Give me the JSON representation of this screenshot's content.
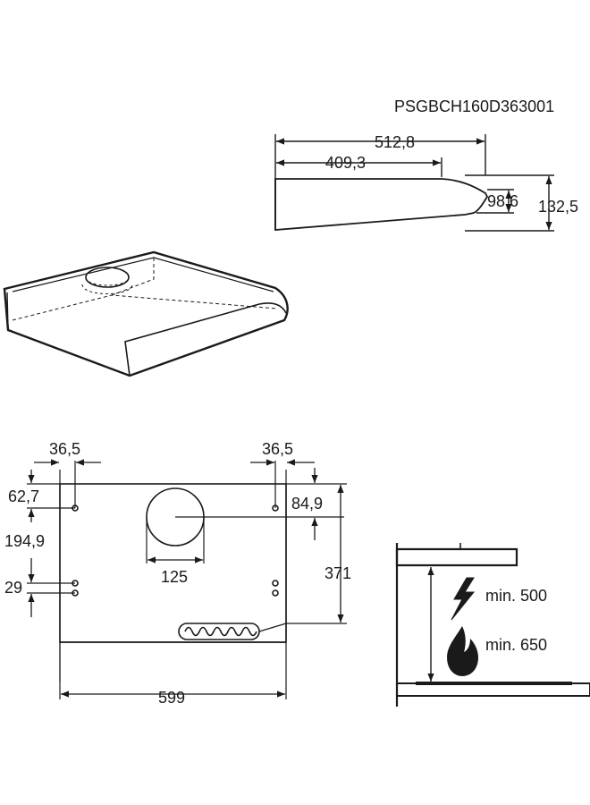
{
  "product_code": "PSGBCH160D363001",
  "side_view": {
    "total_depth": "512,8",
    "flat_depth": "409,3",
    "front_height": "98,6",
    "total_height": "132,5"
  },
  "bottom_view": {
    "left_hole_offset": "36,5",
    "right_hole_offset": "36,5",
    "left_top_offset": "62,7",
    "left_hole_spacing": "194,9",
    "left_bottom_spacing": "29",
    "right_top_offset": "84,9",
    "duct_diameter": "125",
    "depth": "371",
    "width": "599"
  },
  "clearance": {
    "electric_min": "min. 500",
    "gas_min": "min. 650",
    "electric_icon": "lightning-icon",
    "gas_icon": "flame-icon"
  }
}
